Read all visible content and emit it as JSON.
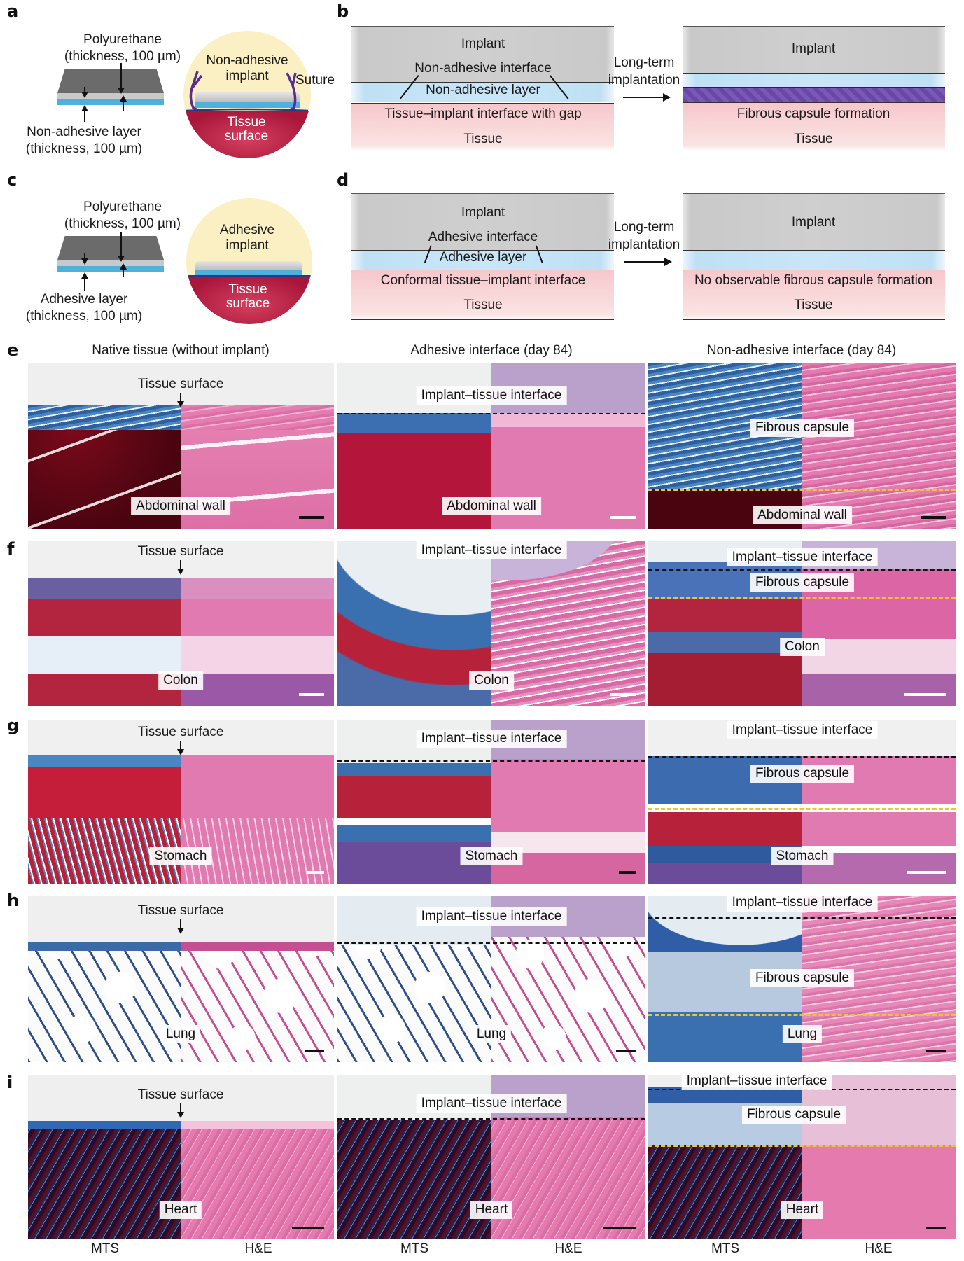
{
  "panel_letters": {
    "a": "a",
    "b": "b",
    "c": "c",
    "d": "d",
    "e": "e",
    "f": "f",
    "g": "g",
    "h": "h",
    "i": "i"
  },
  "panel_a": {
    "top_label_line1": "Polyurethane",
    "top_label_line2": "(thickness, 100 µm)",
    "bottom_label_line1": "Non-adhesive layer",
    "bottom_label_line2": "(thickness, 100 µm)",
    "circle_title_line1": "Non-adhesive",
    "circle_title_line2": "implant",
    "suture": "Suture",
    "tissue_line1": "Tissue",
    "tissue_line2": "surface",
    "colors": {
      "polyurethane": "#6b6b6b",
      "layer": "#4fb0dc",
      "tissue": "#b81e42",
      "background": "#fbf0c3",
      "suture": "#5b2d91"
    }
  },
  "panel_b": {
    "before": {
      "implant": "Implant",
      "interface": "Non-adhesive interface",
      "layer": "Non-adhesive layer",
      "gap": "Tissue–implant interface with gap",
      "tissue": "Tissue"
    },
    "arrow_line1": "Long-term",
    "arrow_line2": "implantation",
    "after": {
      "implant": "Implant",
      "capsule": "Fibrous capsule formation",
      "tissue": "Tissue"
    }
  },
  "panel_c": {
    "top_label_line1": "Polyurethane",
    "top_label_line2": "(thickness, 100 µm)",
    "bottom_label_line1": "Adhesive layer",
    "bottom_label_line2": "(thickness, 100 µm)",
    "circle_title_line1": "Adhesive",
    "circle_title_line2": "implant",
    "tissue_line1": "Tissue",
    "tissue_line2": "surface"
  },
  "panel_d": {
    "before": {
      "implant": "Implant",
      "interface": "Adhesive interface",
      "layer": "Adhesive layer",
      "conformal": "Conformal tissue–implant interface",
      "tissue": "Tissue"
    },
    "arrow_line1": "Long-term",
    "arrow_line2": "implantation",
    "after": {
      "implant": "Implant",
      "no_capsule": "No observable fibrous capsule formation",
      "tissue": "Tissue"
    }
  },
  "histology": {
    "column_headers": [
      "Native tissue (without implant)",
      "Adhesive interface (day 84)",
      "Non-adhesive interface (day 84)"
    ],
    "stain_labels": [
      "MTS",
      "H&E",
      "MTS",
      "H&E",
      "MTS",
      "H&E"
    ],
    "rows": [
      {
        "letter": "e",
        "organ": "Abdominal wall",
        "native_label": "Tissue surface",
        "adhesive_label": "Implant–tissue interface",
        "nonadhesive_capsule": "Fibrous capsule",
        "nonadhesive_interface": ""
      },
      {
        "letter": "f",
        "organ": "Colon",
        "native_label": "Tissue surface",
        "adhesive_label": "Implant–tissue interface",
        "nonadhesive_capsule": "Fibrous capsule",
        "nonadhesive_interface": "Implant–tissue interface"
      },
      {
        "letter": "g",
        "organ": "Stomach",
        "native_label": "Tissue surface",
        "adhesive_label": "Implant–tissue interface",
        "nonadhesive_capsule": "Fibrous capsule",
        "nonadhesive_interface": "Implant–tissue interface"
      },
      {
        "letter": "h",
        "organ": "Lung",
        "native_label": "Tissue surface",
        "adhesive_label": "Implant–tissue interface",
        "nonadhesive_capsule": "Fibrous capsule",
        "nonadhesive_interface": "Implant–tissue interface"
      },
      {
        "letter": "i",
        "organ": "Heart",
        "native_label": "Tissue surface",
        "adhesive_label": "Implant–tissue interface",
        "nonadhesive_capsule": "Fibrous capsule",
        "nonadhesive_interface": "Implant–tissue interface"
      }
    ],
    "colors": {
      "mts_collagen": "#3a6fb0",
      "mts_muscle": "#b0182f",
      "he_pink": "#e07ab0",
      "capsule_boundary": "#f1c232"
    }
  }
}
